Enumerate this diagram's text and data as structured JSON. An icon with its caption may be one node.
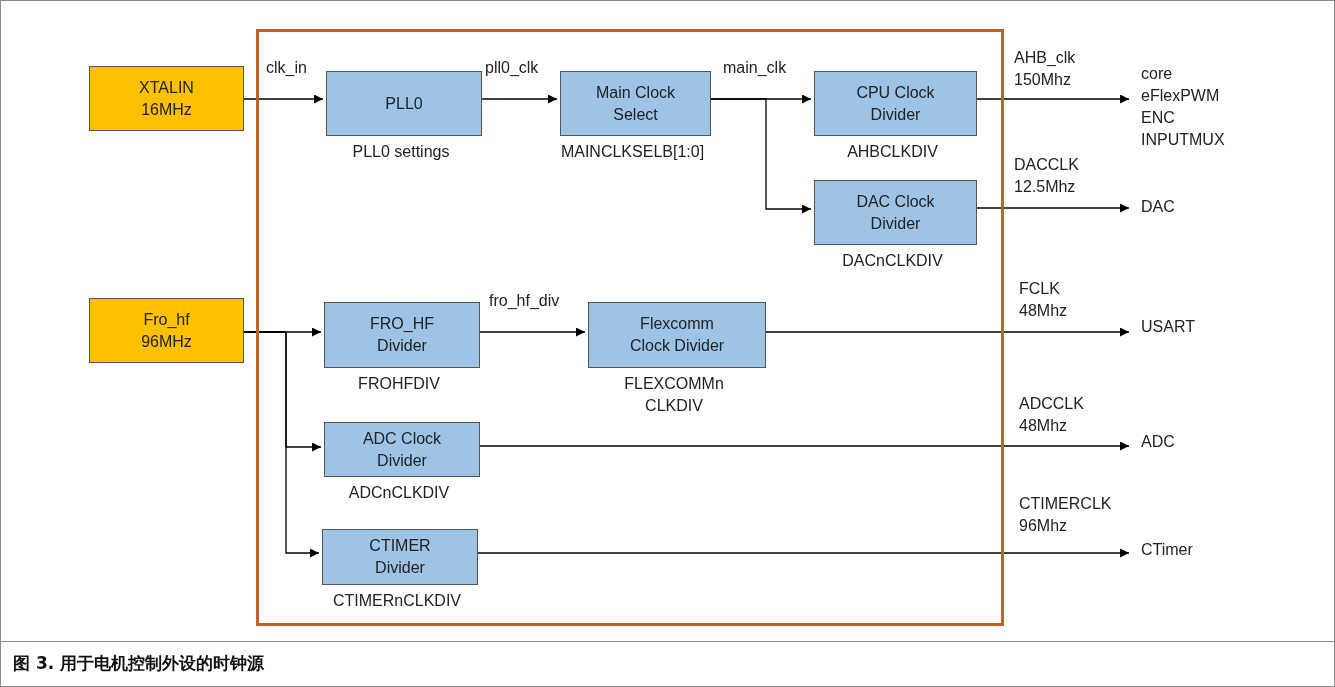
{
  "diagram": {
    "caption": "图 3. 用于电机控制外设的时钟源",
    "nodes": [
      {
        "text": [
          "XTALIN 16MHz"
        ]
      },
      {
        "text": [
          "Fro_hf 96MHz"
        ]
      },
      {
        "text": [],
        "shape": "box"
      },
      {
        "text": [
          "PLL0"
        ],
        "in": 2,
        "beside": [
          "PLL0 settings"
        ]
      },
      {
        "text": [
          "Main Clock Select"
        ],
        "in": 2,
        "beside": [
          "MAINCLKSELB[1:0]"
        ]
      },
      {
        "text": [
          "CPU Clock Divider"
        ],
        "in": 2,
        "beside": [
          "AHBCLKDIV"
        ]
      },
      {
        "text": [
          "DAC Clock Divider"
        ],
        "in": 2,
        "beside": [
          "DACnCLKDIV"
        ]
      },
      {
        "text": [
          "FRO_HF Divider"
        ],
        "in": 2,
        "beside": [
          "FROHFDIV"
        ]
      },
      {
        "text": [
          "Flexcomm Clock Divider"
        ],
        "in": 2,
        "beside": [
          "FLEXCOMMn CLKDIV"
        ]
      },
      {
        "text": [
          "ADC Clock Divider"
        ],
        "in": 2,
        "beside": [
          "ADCnCLKDIV"
        ]
      },
      {
        "text": [
          "CTIMER Divider"
        ],
        "in": 2,
        "beside": [
          "CTIMERnCLKDIV"
        ]
      },
      {
        "text": [
          "core eFlexPWM ENC INPUTMUX"
        ]
      },
      {
        "text": [
          "DAC"
        ]
      },
      {
        "text": [
          "USART"
        ]
      },
      {
        "text": [
          "ADC"
        ]
      },
      {
        "text": [
          "CTimer"
        ]
      }
    ],
    "edges": [
      {
        "from": 0,
        "to": 3,
        "arrow": "to",
        "label": "clk_in"
      },
      {
        "from": 3,
        "to": 4,
        "arrow": "to",
        "label": "pll0_clk"
      },
      {
        "from": 4,
        "to": 5,
        "arrow": "to",
        "label": "main_clk"
      },
      {
        "from": 4,
        "to": 6,
        "arrow": "to"
      },
      {
        "from": 5,
        "to": 11,
        "arrow": "to",
        "label": "AHB_clk 150Mhz"
      },
      {
        "from": 6,
        "to": 12,
        "arrow": "to",
        "label": "DACCLK 12.5Mhz"
      },
      {
        "from": 1,
        "to": 7,
        "arrow": "to"
      },
      {
        "from": 1,
        "to": 9,
        "arrow": "to"
      },
      {
        "from": 1,
        "to": 10,
        "arrow": "to"
      },
      {
        "from": 7,
        "to": 8,
        "arrow": "to",
        "label": "fro_hf_div"
      },
      {
        "from": 8,
        "to": 13,
        "arrow": "to",
        "label": "FCLK 48Mhz"
      },
      {
        "from": 9,
        "to": 14,
        "arrow": "to",
        "label": "ADCCLK 48Mhz"
      },
      {
        "from": 10,
        "to": 15,
        "arrow": "to",
        "label": "CTIMERCLK 96Mhz"
      }
    ]
  }
}
